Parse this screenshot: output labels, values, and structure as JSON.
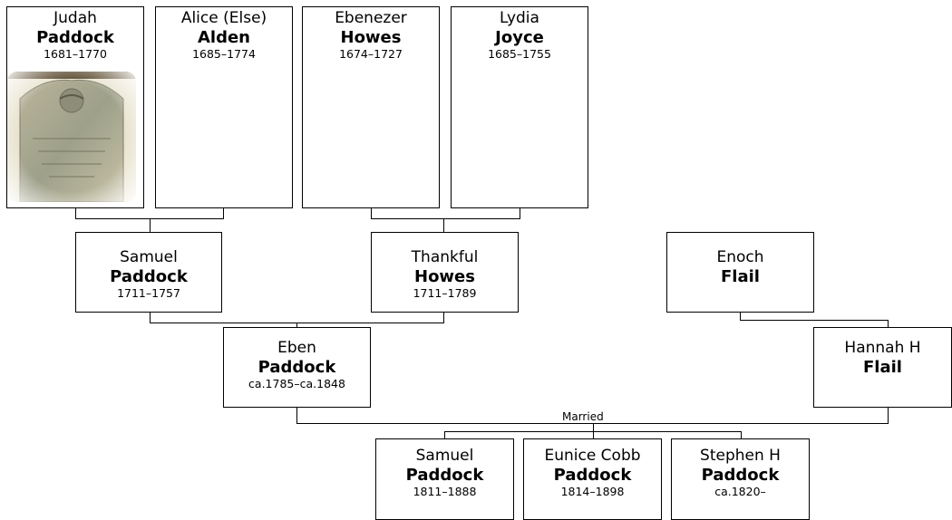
{
  "tree": {
    "marriage_label": "Married",
    "people": {
      "judah": {
        "given": "Judah",
        "surname": "Paddock",
        "dates": "1681–1770"
      },
      "alice": {
        "given": "Alice (Else)",
        "surname": "Alden",
        "dates": "1685–1774"
      },
      "ebenezer": {
        "given": "Ebenezer",
        "surname": "Howes",
        "dates": "1674–1727"
      },
      "lydia": {
        "given": "Lydia",
        "surname": "Joyce",
        "dates": "1685–1755"
      },
      "samuel_sr": {
        "given": "Samuel",
        "surname": "Paddock",
        "dates": "1711–1757"
      },
      "thankful": {
        "given": "Thankful",
        "surname": "Howes",
        "dates": "1711–1789"
      },
      "enoch": {
        "given": "Enoch",
        "surname": "Flail"
      },
      "eben": {
        "given": "Eben",
        "surname": "Paddock",
        "dates": "ca.1785–ca.1848"
      },
      "hannah": {
        "given": "Hannah H",
        "surname": "Flail"
      },
      "samuel_jr": {
        "given": "Samuel",
        "surname": "Paddock",
        "dates": "1811–1888"
      },
      "eunice": {
        "given": "Eunice Cobb",
        "surname": "Paddock",
        "dates": "1814–1898"
      },
      "stephen": {
        "given": "Stephen H",
        "surname": "Paddock",
        "dates": "ca.1820–"
      }
    }
  }
}
